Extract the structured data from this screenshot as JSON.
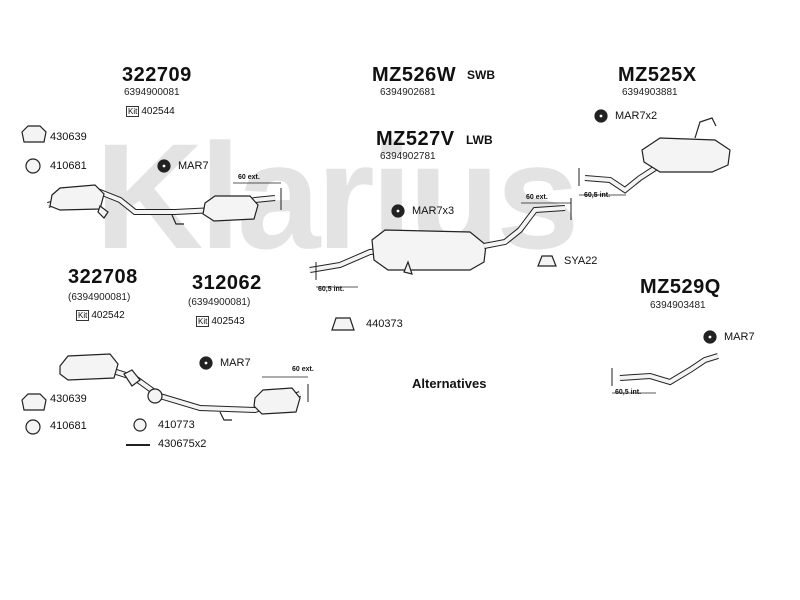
{
  "watermark": "Klarius",
  "groups": {
    "g1": {
      "code": "322709",
      "ref": "6394900081",
      "kit": "402544"
    },
    "g2": {
      "code": "322708",
      "ref": "(6394900081)",
      "kit": "402542"
    },
    "g3": {
      "code": "312062",
      "ref": "(6394900081)",
      "kit": "402543"
    },
    "g4": {
      "code": "MZ526W",
      "ref": "6394902681",
      "tag": "SWB"
    },
    "g5": {
      "code": "MZ527V",
      "ref": "6394902781",
      "tag": "LWB"
    },
    "g6": {
      "code": "MZ525X",
      "ref": "6394903881"
    },
    "g7": {
      "code": "MZ529Q",
      "ref": "6394903481"
    }
  },
  "kit_label": "Kit",
  "parts": {
    "p430639a": "430639",
    "p410681a": "410681",
    "mar7a": "MAR7",
    "mar7x3": "MAR7x3",
    "mar7x2": "MAR7x2",
    "sya22": "SYA22",
    "p440373": "440373",
    "mar7b": "MAR7",
    "p430639b": "430639",
    "p410681b": "410681",
    "p410773": "410773",
    "p430675": "430675x2",
    "mar7c": "MAR7"
  },
  "ext_labels": {
    "e1": "60 ext.",
    "e2": "60 ext.",
    "e3": "60 ext.",
    "i1": "60,5 int.",
    "i2": "60,5 int.",
    "i3": "60,5 int."
  },
  "alternatives": "Alternatives",
  "colors": {
    "watermark": "#e3e3e3",
    "stroke": "#222222",
    "pipe": "#f4f4f4"
  }
}
